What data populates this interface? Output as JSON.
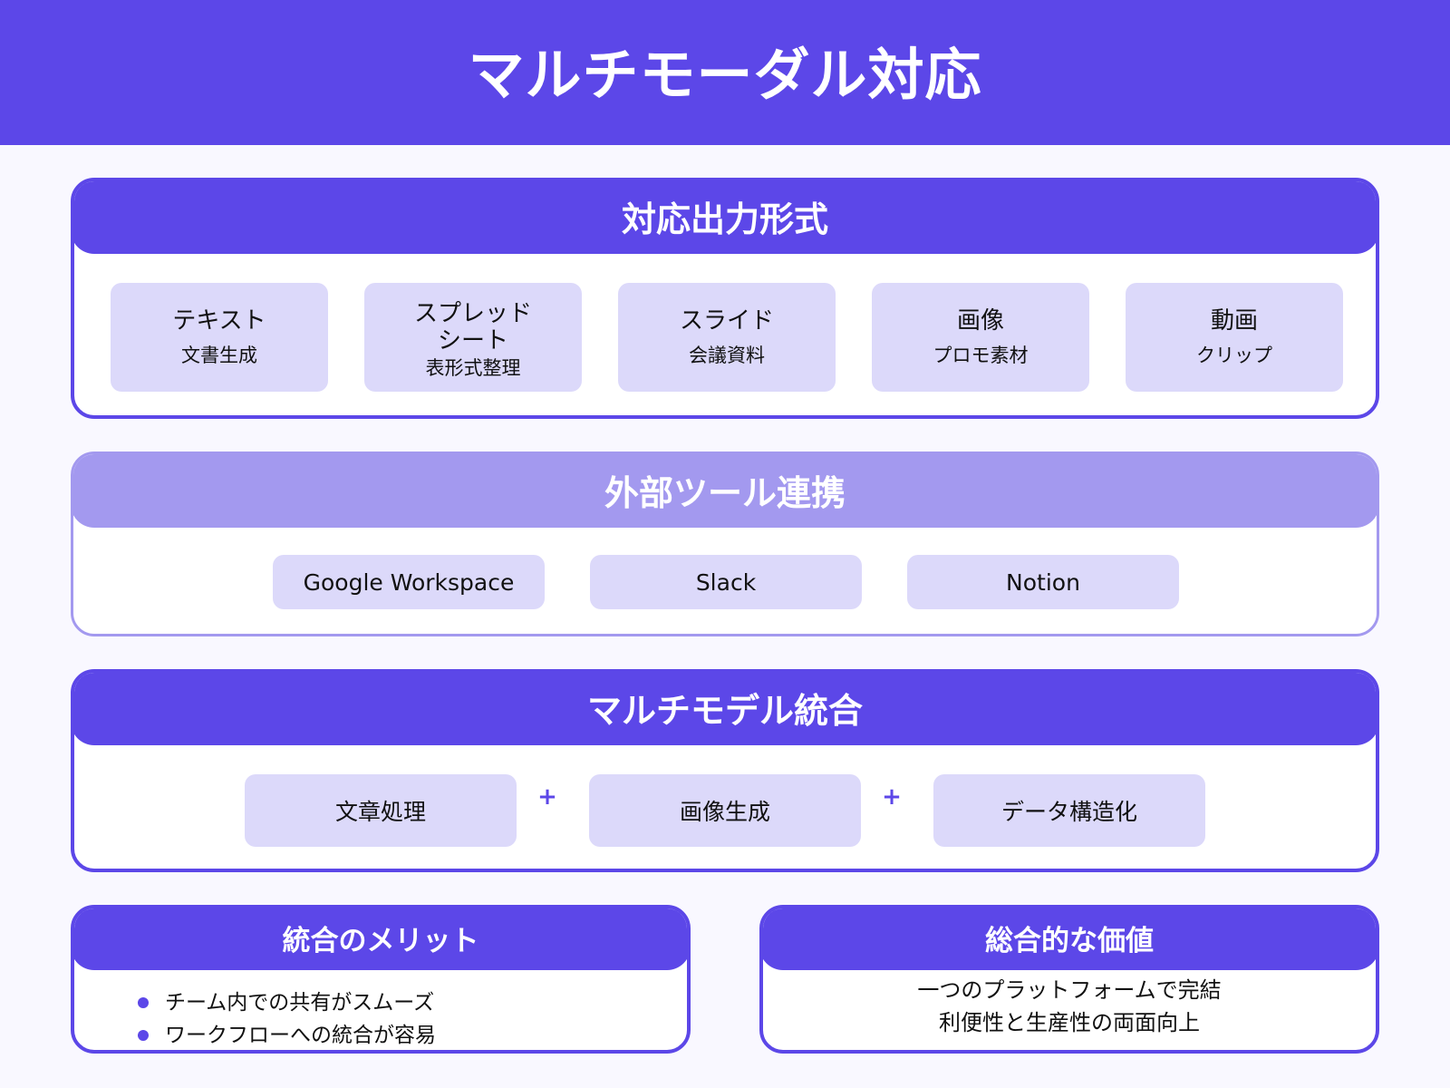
{
  "title": "マルチモーダル対応",
  "colors": {
    "primary": "#5c47e8",
    "secondary": "#a399ef",
    "card_bg": "#dcd9fa",
    "page_bg": "#f9f8ff"
  },
  "output_formats": {
    "heading": "対応出力形式",
    "items": [
      {
        "title": "テキスト",
        "sub": "文書生成"
      },
      {
        "title": "スプレッド\nシート",
        "title_line1": "スプレッド",
        "title_line2": "シート",
        "sub": "表形式整理"
      },
      {
        "title": "スライド",
        "sub": "会議資料"
      },
      {
        "title": "画像",
        "sub": "プロモ素材"
      },
      {
        "title": "動画",
        "sub": "クリップ"
      }
    ]
  },
  "integrations": {
    "heading": "外部ツール連携",
    "items": [
      "Google Workspace",
      "Slack",
      "Notion"
    ]
  },
  "multimodel": {
    "heading": "マルチモデル統合",
    "items": [
      "文章処理",
      "画像生成",
      "データ構造化"
    ],
    "connector": "+"
  },
  "merits": {
    "heading": "統合のメリット",
    "bullets": [
      "チーム内での共有がスムーズ",
      "ワークフローへの統合が容易"
    ]
  },
  "value": {
    "heading": "総合的な価値",
    "lines": [
      "一つのプラットフォームで完結",
      "利便性と生産性の両面向上"
    ]
  }
}
